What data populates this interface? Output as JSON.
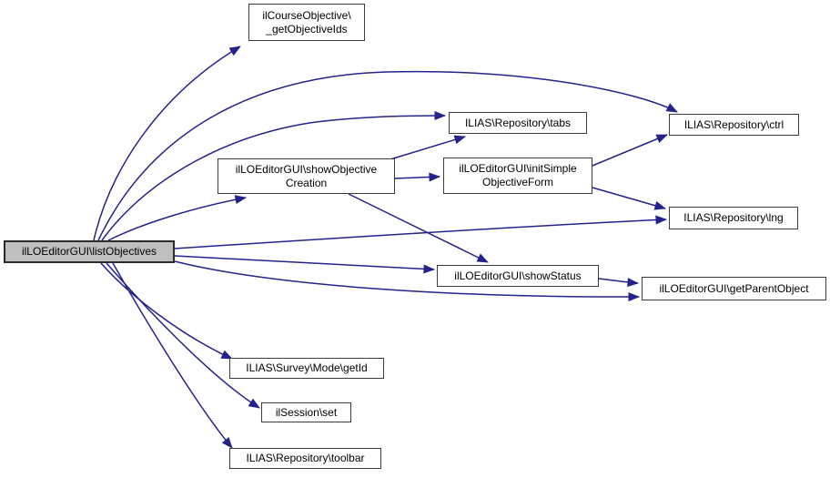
{
  "diagram": {
    "kind": "doxygen-call-graph",
    "root_function": "ilLOEditorGUI\\listObjectives",
    "nodes": {
      "get_objective_ids": {
        "line1": "ilCourseObjective\\",
        "line2": "_getObjectiveIds"
      },
      "tabs": {
        "line1": "ILIAS\\Repository\\tabs"
      },
      "ctrl": {
        "line1": "ILIAS\\Repository\\ctrl"
      },
      "show_objective_creation": {
        "line1": "ilLOEditorGUI\\showObjective",
        "line2": "Creation"
      },
      "init_simple_objective_form": {
        "line1": "ilLOEditorGUI\\initSimple",
        "line2": "ObjectiveForm"
      },
      "lng": {
        "line1": "ILIAS\\Repository\\lng"
      },
      "list_objectives": {
        "line1": "ilLOEditorGUI\\listObjectives"
      },
      "show_status": {
        "line1": "ilLOEditorGUI\\showStatus"
      },
      "get_parent_object": {
        "line1": "ilLOEditorGUI\\getParentObject"
      },
      "get_id": {
        "line1": "ILIAS\\Survey\\Mode\\getId"
      },
      "session_set": {
        "line1": "ilSession\\set"
      },
      "toolbar": {
        "line1": "ILIAS\\Repository\\toolbar"
      }
    },
    "edges": [
      {
        "from": "list_objectives",
        "to": "get_objective_ids"
      },
      {
        "from": "list_objectives",
        "to": "ctrl"
      },
      {
        "from": "list_objectives",
        "to": "tabs"
      },
      {
        "from": "list_objectives",
        "to": "show_objective_creation"
      },
      {
        "from": "list_objectives",
        "to": "lng"
      },
      {
        "from": "list_objectives",
        "to": "show_status"
      },
      {
        "from": "list_objectives",
        "to": "get_parent_object"
      },
      {
        "from": "list_objectives",
        "to": "get_id"
      },
      {
        "from": "list_objectives",
        "to": "session_set"
      },
      {
        "from": "list_objectives",
        "to": "toolbar"
      },
      {
        "from": "show_objective_creation",
        "to": "tabs"
      },
      {
        "from": "show_objective_creation",
        "to": "init_simple_objective_form"
      },
      {
        "from": "show_objective_creation",
        "to": "show_status"
      },
      {
        "from": "init_simple_objective_form",
        "to": "ctrl"
      },
      {
        "from": "init_simple_objective_form",
        "to": "lng"
      },
      {
        "from": "show_status",
        "to": "get_parent_object"
      }
    ],
    "colors": {
      "edge": "#23238b",
      "node_fill": "#ffffff",
      "node_border": "#3b3b3b",
      "root_fill": "#bfbfbf",
      "text": "#000000",
      "background": "#ffffff"
    }
  }
}
